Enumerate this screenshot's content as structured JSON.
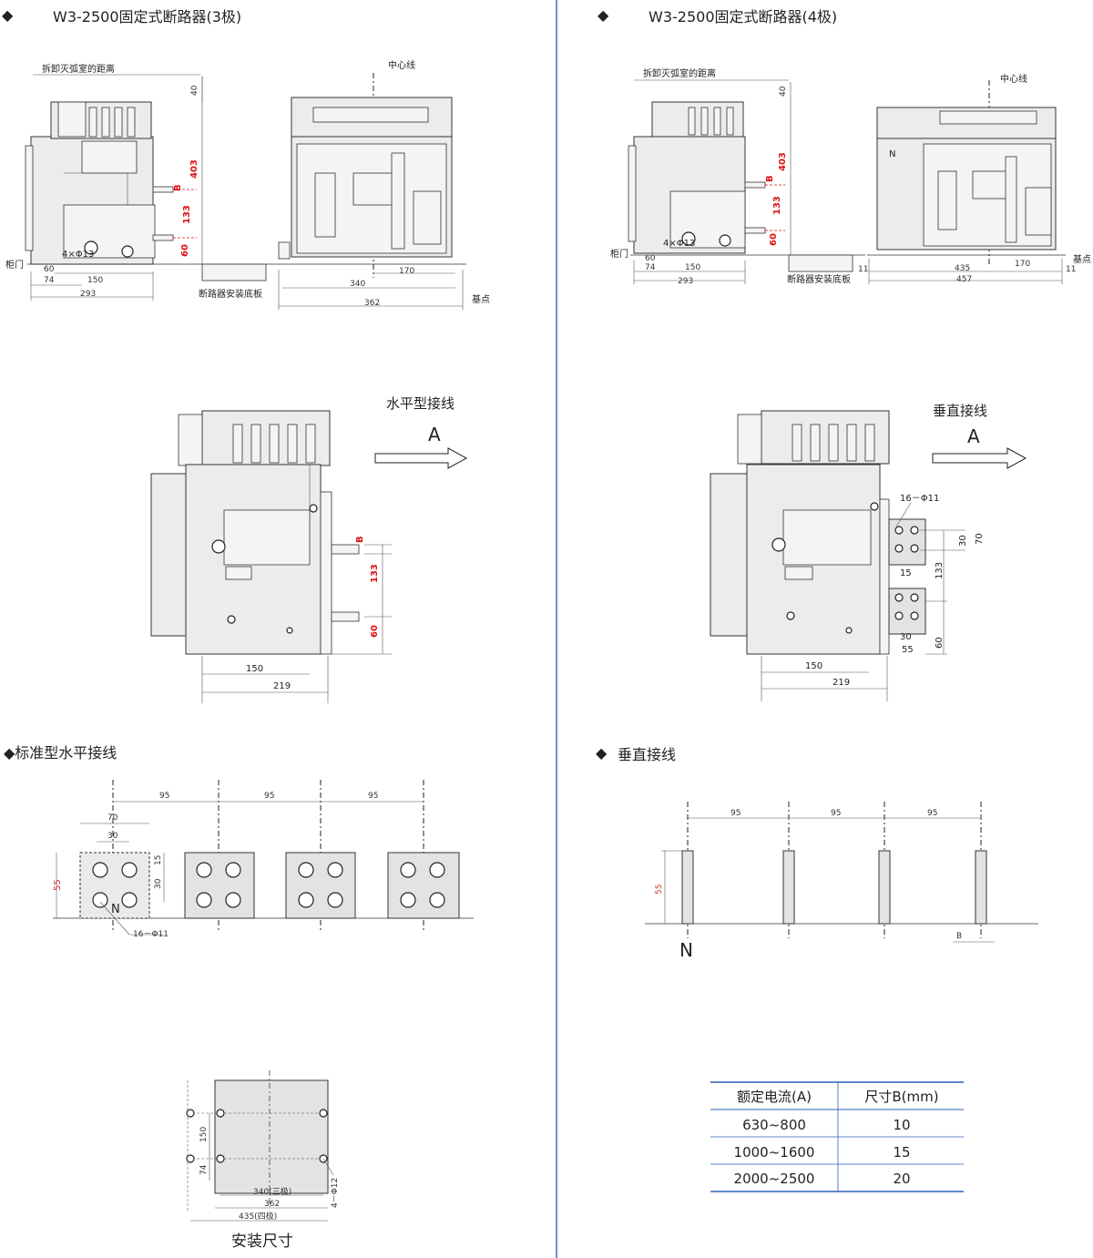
{
  "left": {
    "title": "W3-2500固定式断路器(3极)",
    "top_view": {
      "callout_arc": "拆卸灭弧室的距离",
      "center_line": "中心线",
      "cabinet_door": "柜门",
      "holes": "4×Φ13",
      "base_plate": "断路器安装底板",
      "datum": "基点",
      "dim_40": "40",
      "dim_403": "403",
      "dim_B": "B",
      "dim_133": "133",
      "dim_60v": "60",
      "dim_60h": "60",
      "dim_74": "74",
      "dim_150": "150",
      "dim_293": "293",
      "dim_170": "170",
      "dim_340": "340",
      "dim_362": "362"
    },
    "side_view": {
      "wiring_label": "水平型接线",
      "arrow_letter": "A",
      "dim_B": "B",
      "dim_133": "133",
      "dim_60": "60",
      "dim_150": "150",
      "dim_219": "219"
    },
    "busbar": {
      "heading": "◆标准型水平接线",
      "dim_95a": "95",
      "dim_95b": "95",
      "dim_95c": "95",
      "dim_70": "70",
      "dim_30a": "30",
      "dim_15": "15",
      "dim_30b": "30",
      "dim_55": "55",
      "neutral": "N",
      "holes": "16－Φ11"
    },
    "mounting": {
      "dim_150": "150",
      "dim_74": "74",
      "dim_340": "340(三极)",
      "dim_362": "362",
      "dim_435": "435(四极)",
      "holes": "4－Φ12",
      "caption": "安装尺寸"
    }
  },
  "right": {
    "title": "W3-2500固定式断路器(4极)",
    "top_view": {
      "callout_arc": "拆卸灭弧室的距离",
      "center_line": "中心线",
      "cabinet_door": "柜门",
      "holes": "4×Φ13",
      "base_plate": "断路器安装底板",
      "datum": "基点",
      "neutral": "N",
      "dim_40": "40",
      "dim_403": "403",
      "dim_B": "B",
      "dim_133": "133",
      "dim_60v": "60",
      "dim_60h": "60",
      "dim_74": "74",
      "dim_150": "150",
      "dim_293": "293",
      "dim_11a": "11",
      "dim_435": "435",
      "dim_170": "170",
      "dim_11b": "11",
      "dim_457": "457"
    },
    "side_view": {
      "wiring_label": "垂直接线",
      "arrow_letter": "A",
      "holes": "16－Φ11",
      "dim_30a": "30",
      "dim_70": "70",
      "dim_15": "15",
      "dim_133": "133",
      "dim_30b": "30",
      "dim_55": "55",
      "dim_60": "60",
      "dim_150": "150",
      "dim_219": "219"
    },
    "busbar": {
      "heading": "垂直接线",
      "dim_95a": "95",
      "dim_95b": "95",
      "dim_95c": "95",
      "dim_55": "55",
      "neutral": "N",
      "dim_B": "B"
    },
    "table": {
      "headers": [
        "额定电流(A)",
        "尺寸B(mm)"
      ],
      "rows": [
        [
          "630~800",
          "10"
        ],
        [
          "1000~1600",
          "15"
        ],
        [
          "2000~2500",
          "20"
        ]
      ]
    }
  },
  "colors": {
    "divider": "#3b6fc4",
    "dimension_red": "#dd1111",
    "line": "#333333"
  }
}
